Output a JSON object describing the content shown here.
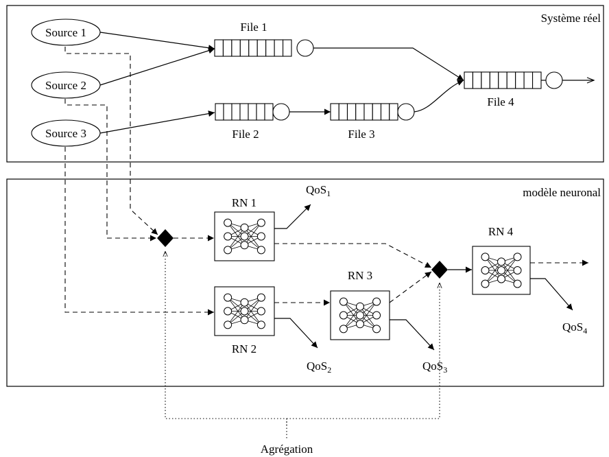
{
  "diagram": {
    "systeme_reel_label": "Système réel",
    "modele_neuronal_label": "modèle neuronal",
    "sources": [
      "Source 1",
      "Source 2",
      "Source 3"
    ],
    "files": [
      "File 1",
      "File 2",
      "File 3",
      "File 4"
    ],
    "reseaux": [
      "RN 1",
      "RN 2",
      "RN 3",
      "RN 4"
    ],
    "qos": [
      {
        "base": "QoS",
        "sub": "1"
      },
      {
        "base": "QoS",
        "sub": "2"
      },
      {
        "base": "QoS",
        "sub": "3"
      },
      {
        "base": "QoS",
        "sub": "4"
      }
    ],
    "aggregation_label": "Agrégation"
  }
}
